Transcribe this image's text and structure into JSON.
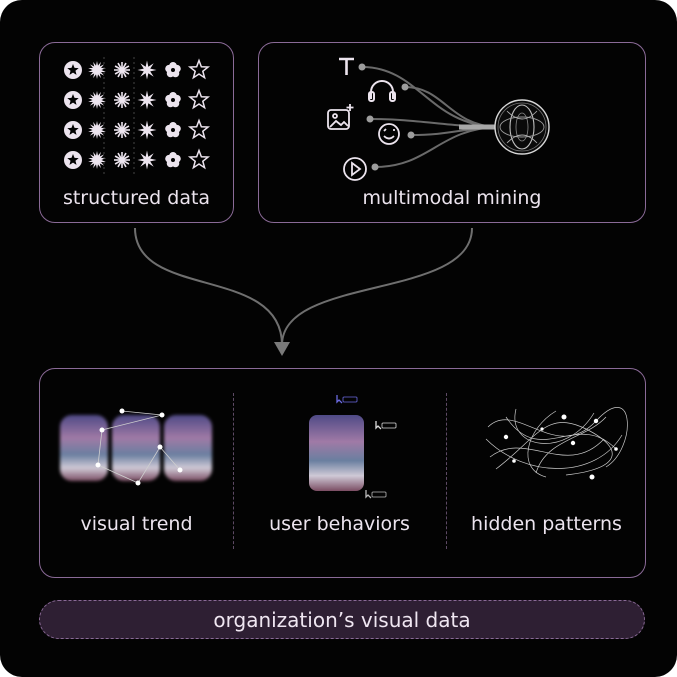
{
  "top": {
    "structured": {
      "label": "structured data"
    },
    "multimodal": {
      "label": "multimodal mining"
    }
  },
  "bottom": {
    "visual_trend": {
      "label": "visual trend"
    },
    "user_behaviors": {
      "label": "user behaviors"
    },
    "hidden_patterns": {
      "label": "hidden patterns"
    }
  },
  "footer": {
    "label": "organization’s visual data"
  },
  "icons": {
    "grid_rows": 4,
    "grid_columns": [
      "star-circle-icon",
      "sunburst-icon",
      "asterisk-icon",
      "starburst-icon",
      "flower-icon",
      "star-outline-icon"
    ],
    "modalities": [
      "text-icon",
      "headphones-icon",
      "image-icon",
      "emoji-icon",
      "play-icon"
    ],
    "hub": "sphere-hub-icon"
  },
  "colors": {
    "background": "#030303",
    "border": "#8a6a97",
    "pill_fill": "#2e1f33",
    "text": "#ece4ee",
    "flow_line": "#6f6f6f"
  }
}
